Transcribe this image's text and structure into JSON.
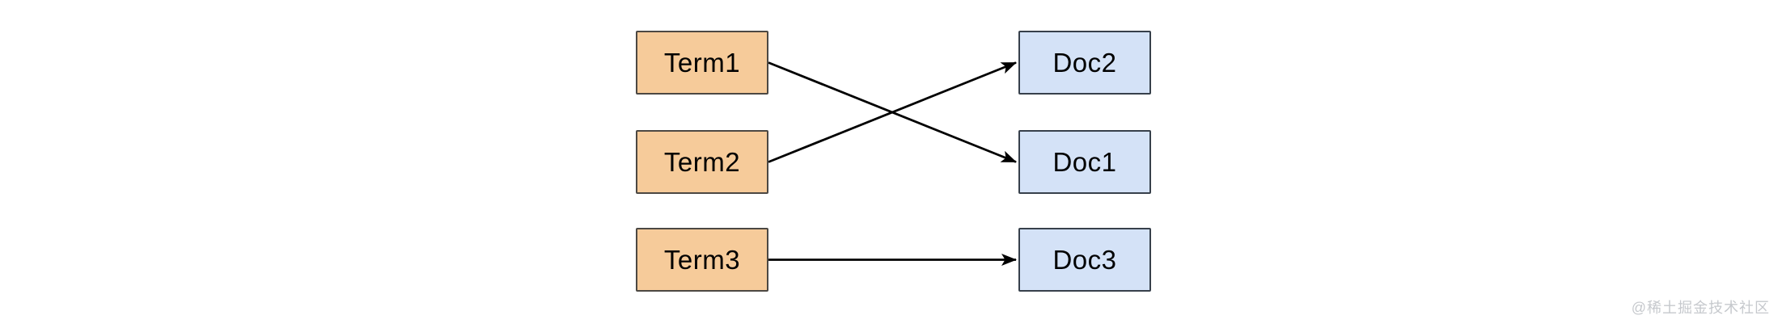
{
  "diagram": {
    "nodes": {
      "terms": [
        {
          "id": "Term1",
          "label": "Term1"
        },
        {
          "id": "Term2",
          "label": "Term2"
        },
        {
          "id": "Term3",
          "label": "Term3"
        }
      ],
      "docs": [
        {
          "id": "Doc2",
          "label": "Doc2"
        },
        {
          "id": "Doc1",
          "label": "Doc1"
        },
        {
          "id": "Doc3",
          "label": "Doc3"
        }
      ]
    },
    "edges": [
      {
        "from": "Term1",
        "to": "Doc1"
      },
      {
        "from": "Term2",
        "to": "Doc2"
      },
      {
        "from": "Term3",
        "to": "Doc3"
      }
    ],
    "colors": {
      "term_fill": "#f6cb9a",
      "term_border": "#4c4843",
      "doc_fill": "#d4e2f7",
      "doc_border": "#37404b",
      "edge": "#000000"
    }
  },
  "watermark": {
    "text": "@稀土掘金技术社区"
  }
}
